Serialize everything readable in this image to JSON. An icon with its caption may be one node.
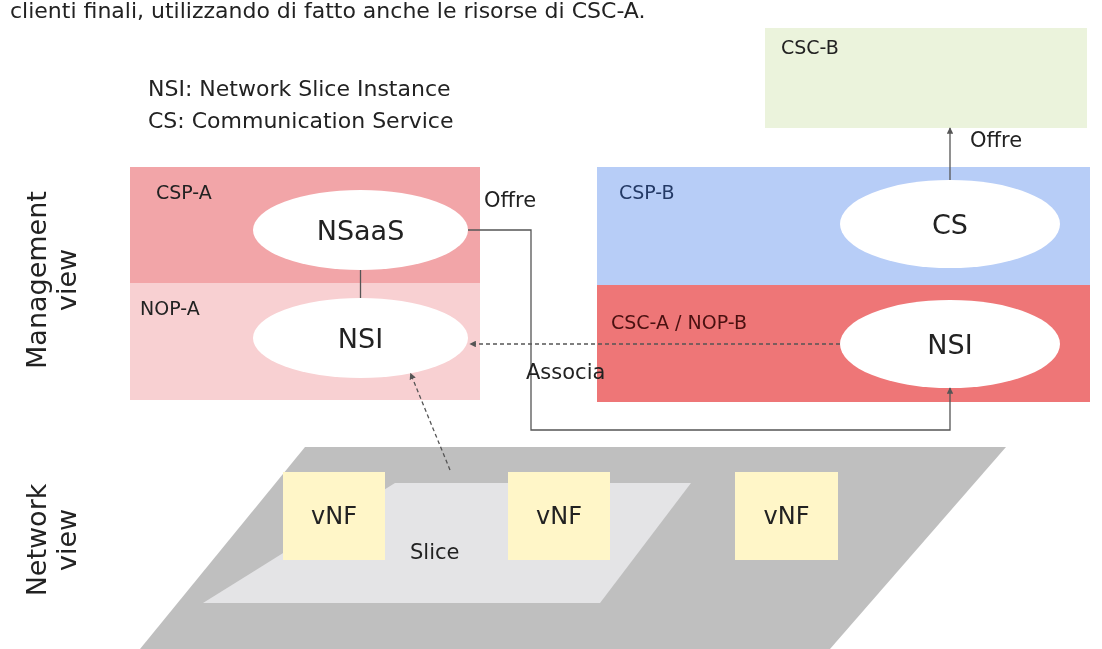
{
  "diagram": {
    "nodes": [
      {
        "text": [
          "CSC-B"
        ]
      },
      {
        "text": [
          "CSP-A"
        ]
      },
      {
        "text": [
          "NSaaS"
        ],
        "in": 1
      },
      {
        "text": [
          "NOP-A"
        ]
      },
      {
        "text": [
          "NSI"
        ],
        "in": 3
      },
      {
        "text": [
          "CSP-B"
        ]
      },
      {
        "text": [
          "CS"
        ],
        "in": 5
      },
      {
        "text": [
          "CSC-A / NOP-B"
        ]
      },
      {
        "text": [
          "NSI"
        ],
        "in": 7
      },
      {
        "text": [],
        "shape": "parallelogram"
      },
      {
        "text": [
          "Slice"
        ],
        "in": 9
      },
      {
        "text": [
          "vNF"
        ],
        "in": 10
      },
      {
        "text": [
          "vNF"
        ],
        "in": 10
      },
      {
        "text": [
          "vNF"
        ],
        "in": 9
      }
    ],
    "edges": [
      {
        "from": 6,
        "to": 0,
        "arrow": "to",
        "label": "Offre"
      },
      {
        "from": 2,
        "to": 4,
        "arrow": "none"
      },
      {
        "from": 2,
        "to": 8,
        "arrow": "to",
        "label": "Offre"
      },
      {
        "from": 8,
        "to": 4,
        "arrow": "to",
        "label": "Associa",
        "style": "dashed"
      },
      {
        "from": 10,
        "to": 4,
        "arrow": "to",
        "style": "dashed"
      }
    ],
    "labels": [
      "clienti finali, utilizzando di fatto anche le risorse di CSC-A.",
      "NSI: Network Slice Instance",
      "CS: Communication Service",
      "Management view",
      "Network view"
    ]
  }
}
